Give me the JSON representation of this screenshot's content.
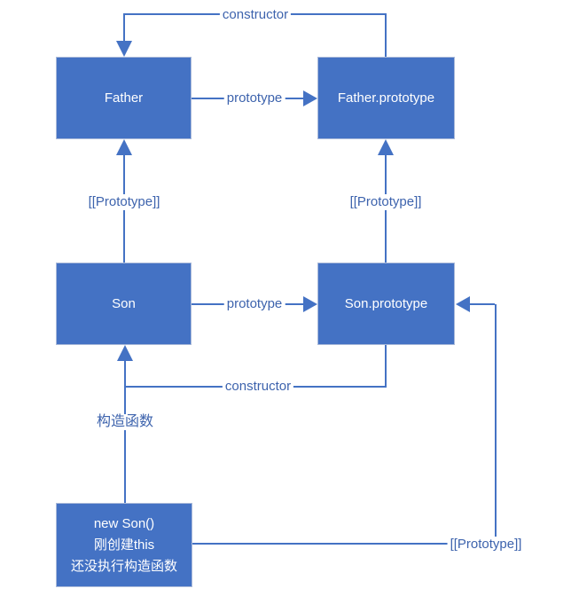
{
  "diagram": {
    "colors": {
      "box_fill": "#4472c4",
      "box_border": "#a9b9d9",
      "line": "#4472c4",
      "label_text": "#3d63ad",
      "box_text": "#ffffff",
      "bg": "#ffffff"
    },
    "boxes": {
      "father": {
        "label": "Father"
      },
      "father_prototype": {
        "label": "Father.prototype"
      },
      "son": {
        "label": "Son"
      },
      "son_prototype": {
        "label": "Son.prototype"
      },
      "new_son": {
        "lines": [
          "new Son()",
          "刚创建this",
          "还没执行构造函数"
        ]
      }
    },
    "edges": {
      "constructor_top": {
        "label": "constructor",
        "from": "Father.prototype",
        "to": "Father"
      },
      "prototype_top": {
        "label": "prototype",
        "from": "Father",
        "to": "Father.prototype"
      },
      "proto_left": {
        "label": "[[Prototype]]",
        "from": "Son",
        "to": "Father"
      },
      "proto_right": {
        "label": "[[Prototype]]",
        "from": "Son.prototype",
        "to": "Father.prototype"
      },
      "prototype_mid": {
        "label": "prototype",
        "from": "Son",
        "to": "Son.prototype"
      },
      "constructor_mid": {
        "label": "constructor",
        "from": "Son.prototype",
        "to": "Son"
      },
      "gouzao": {
        "label": "构造函数",
        "from": "new Son()",
        "to": "Son"
      },
      "proto_bottom": {
        "label": "[[Prototype]]",
        "from": "new Son()",
        "to": "Son.prototype"
      }
    }
  }
}
